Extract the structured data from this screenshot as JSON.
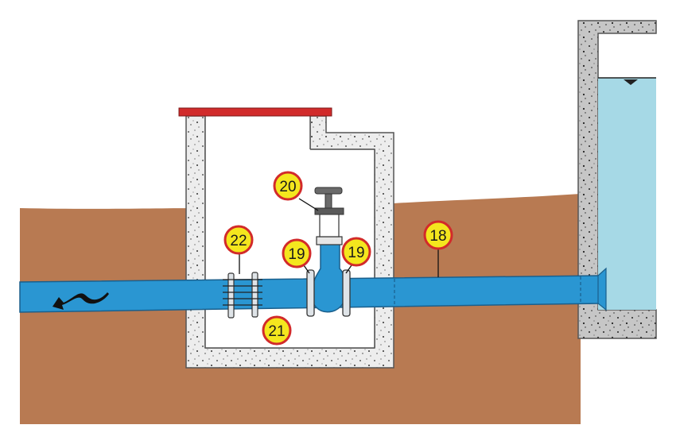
{
  "colors": {
    "soil": "#b87a52",
    "pipe": "#2a96d2",
    "pipe_dark": "#1a6fa3",
    "concrete": "#e8e8e8",
    "concrete_tank": "#c8c8c8",
    "water": "#a6d9e6",
    "lid": "#d12b2b",
    "callout_fill": "#f4e61e",
    "callout_ring": "#d22a2a",
    "flange": "#d8dde2",
    "valve_body": "#2a96d2",
    "handwheel": "#6a6a6a"
  },
  "callouts": [
    {
      "id": "callout-18",
      "label": "18"
    },
    {
      "id": "callout-19-left",
      "label": "19"
    },
    {
      "id": "callout-19-right",
      "label": "19"
    },
    {
      "id": "callout-20",
      "label": "20"
    },
    {
      "id": "callout-21",
      "label": "21"
    },
    {
      "id": "callout-22",
      "label": "22"
    }
  ],
  "icons": {
    "flow_direction": "curved-arrow-icon"
  }
}
